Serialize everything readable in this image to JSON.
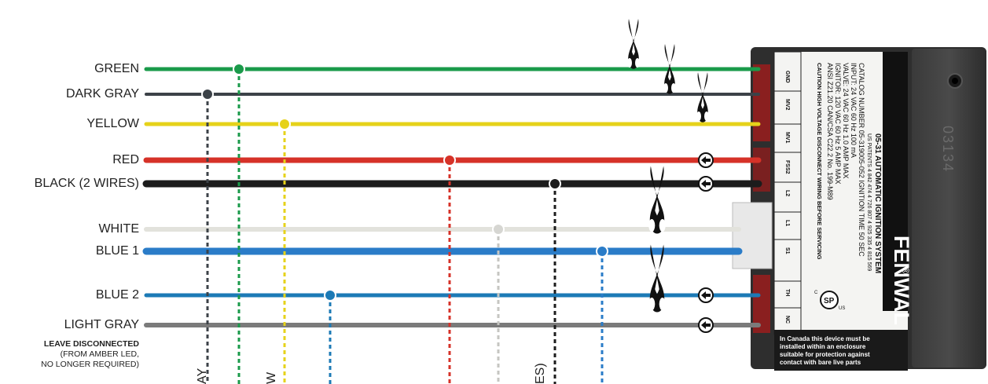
{
  "wires": [
    {
      "id": "green",
      "label": "GREEN",
      "color": "#1a9a4a",
      "marker": true
    },
    {
      "id": "dark-gray",
      "label": "DARK GRAY",
      "color": "#3c4248",
      "marker": true
    },
    {
      "id": "yellow",
      "label": "YELLOW",
      "color": "#e6d21a",
      "marker": true
    },
    {
      "id": "red",
      "label": "RED",
      "color": "#d63228",
      "marker": true
    },
    {
      "id": "black",
      "label": "BLACK (2 WIRES)",
      "color": "#1c1c1c",
      "marker": true
    },
    {
      "id": "white",
      "label": "WHITE",
      "color": "#e4e4e0",
      "marker": true
    },
    {
      "id": "blue-1",
      "label": "BLUE 1",
      "color": "#2a7cc8",
      "marker": true
    },
    {
      "id": "blue-2",
      "label": "BLUE 2",
      "color": "#1c7ab6",
      "marker": true
    },
    {
      "id": "light-gray",
      "label": "LIGHT GRAY",
      "color": "#7b7b7b",
      "marker": false
    }
  ],
  "note": {
    "title": "LEAVE DISCONNECTED",
    "line1": "(FROM AMBER LED,",
    "line2": "NO LONGER REQUIRED)"
  },
  "cut_fragments": {
    "dark_gray": "AY",
    "yellow": "W",
    "black": "ES)"
  },
  "module": {
    "brand": "FENWAL",
    "registered": "®",
    "model": "05-31  AUTOMATIC IGNITION SYSTEM",
    "patents": "US PATENTS 4 842 474 4 726 807 4 925 335 4 815 569",
    "catalog": "CATALOG NUMBER  05-319005-052   IGNITION TIME  50  SEC",
    "input": "INPUT:    24 VAC   60 Hz   100 mA",
    "valve": "VALVE:    24 VAC   60 Hz   1.0 AMP MAX",
    "ignitor": "IGNITOR: 120 VAC  60 Hz   5 AMP MAX",
    "ansi": "ANSI  Z21.20 CAN/CSA C22.2 No. 199-M89",
    "caution": "CAUTION HIGH VOLTAGE   DISCONNECT WIRING BEFORE SERVICING",
    "cert": "SP",
    "cert_c": "C",
    "cert_us": "US",
    "serial": "03134",
    "terminals": [
      "GND",
      "MV2",
      "MV1",
      "FSS2",
      "L2",
      "L1",
      "S1",
      "TH",
      "NC"
    ],
    "canada_notice": [
      "In Canada this device must be",
      "installed within an enclosure",
      "suitable for protection against",
      "contact with bare live parts"
    ]
  },
  "connection_symbols": [
    {
      "name": "cut-symbol",
      "kind": "scissors"
    },
    {
      "name": "connect-symbol",
      "kind": "arrow"
    }
  ]
}
